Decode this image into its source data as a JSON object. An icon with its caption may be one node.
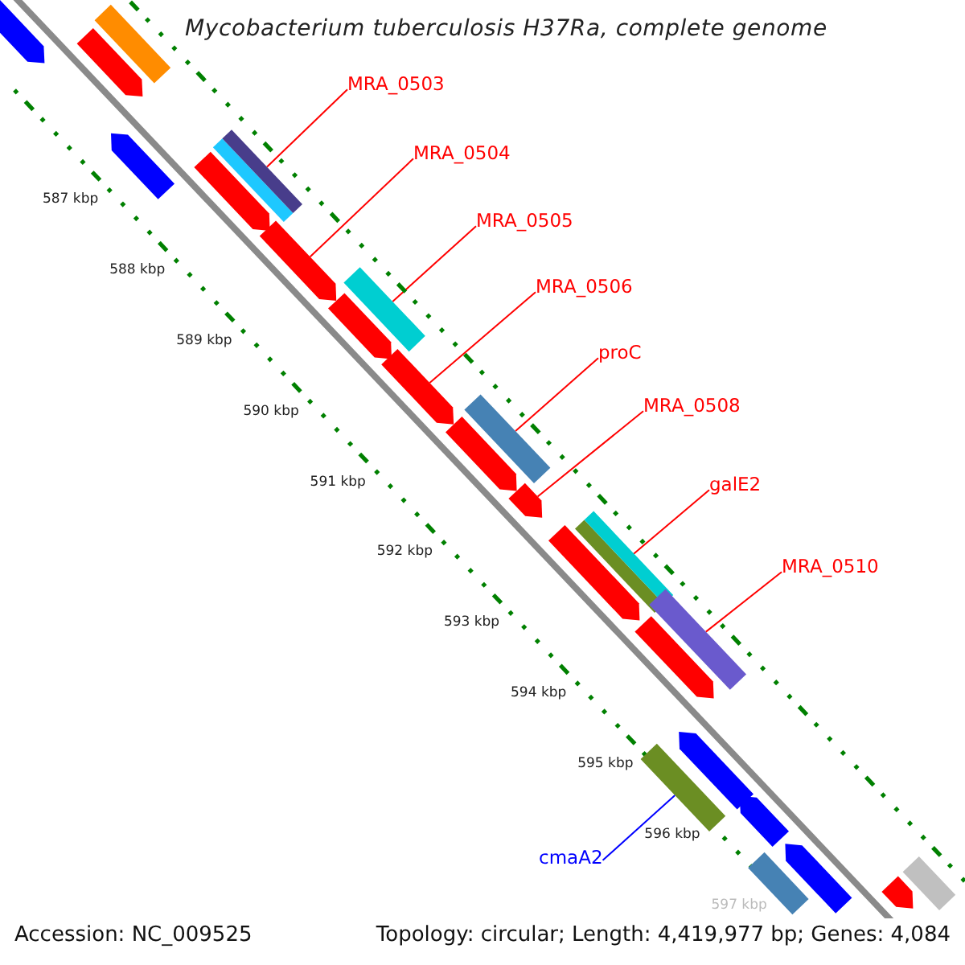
{
  "diagram": {
    "title": "Mycobacterium tuberculosis H37Ra, complete genome",
    "nodes": [
      {
        "text": [
          "MRA_0503"
        ]
      },
      {
        "text": [
          "MRA_0504"
        ]
      },
      {
        "text": [
          "MRA_0505"
        ]
      },
      {
        "text": [
          "MRA_0506"
        ]
      },
      {
        "text": [
          "proC"
        ]
      },
      {
        "text": [
          "MRA_0508"
        ]
      },
      {
        "text": [
          "galE2"
        ]
      },
      {
        "text": [
          "MRA_0510"
        ]
      },
      {
        "text": [
          "cmaA2"
        ]
      },
      {
        "text": [],
        "shape": "bar"
      },
      {
        "text": [],
        "shape": "bar"
      },
      {
        "text": [],
        "shape": "bar"
      },
      {
        "text": [],
        "shape": "bar"
      },
      {
        "text": [],
        "shape": "bar"
      },
      {
        "text": [],
        "shape": "bar"
      },
      {
        "text": [],
        "shape": "bar"
      },
      {
        "text": [],
        "shape": "bar"
      },
      {
        "text": [],
        "shape": "bar"
      },
      {
        "text": [],
        "shape": "bar"
      },
      {
        "text": [],
        "shape": "bar"
      },
      {
        "text": [],
        "shape": "bar"
      },
      {
        "text": [],
        "shape": "bar"
      },
      {
        "text": [],
        "shape": "bar"
      },
      {
        "text": [],
        "shape": "bar"
      },
      {
        "text": [],
        "shape": "bar"
      },
      {
        "text": [],
        "shape": "bar"
      },
      {
        "text": [],
        "shape": "bar"
      },
      {
        "text": [],
        "shape": "bar"
      },
      {
        "text": [],
        "shape": "bar"
      },
      {
        "text": [],
        "shape": "bar"
      },
      {
        "text": [],
        "shape": "bar"
      },
      {
        "text": [],
        "shape": "bar"
      },
      {
        "text": [],
        "shape": "bar"
      },
      {
        "text": [],
        "shape": "bar"
      },
      {
        "text": [],
        "shape": "bar"
      }
    ],
    "edges": [
      {
        "from": 0,
        "to": 14,
        "arrow": "none"
      },
      {
        "from": 1,
        "to": 16,
        "arrow": "none"
      },
      {
        "from": 2,
        "to": 17,
        "arrow": "none"
      },
      {
        "from": 3,
        "to": 19,
        "arrow": "none"
      },
      {
        "from": 4,
        "to": 20,
        "arrow": "none"
      },
      {
        "from": 5,
        "to": 22,
        "arrow": "none"
      },
      {
        "from": 6,
        "to": 24,
        "arrow": "none"
      },
      {
        "from": 7,
        "to": 26,
        "arrow": "none"
      },
      {
        "from": 8,
        "to": 28,
        "arrow": "none",
        "color": "#0000ff"
      }
    ],
    "labels": [
      "587 kbp",
      "588 kbp",
      "589 kbp",
      "590 kbp",
      "591 kbp",
      "592 kbp",
      "593 kbp",
      "594 kbp",
      "595 kbp",
      "596 kbp",
      "597 kbp",
      "Accession: NC_009525",
      "Topology: circular; Length: 4,419,977 bp; Genes: 4,084"
    ]
  }
}
